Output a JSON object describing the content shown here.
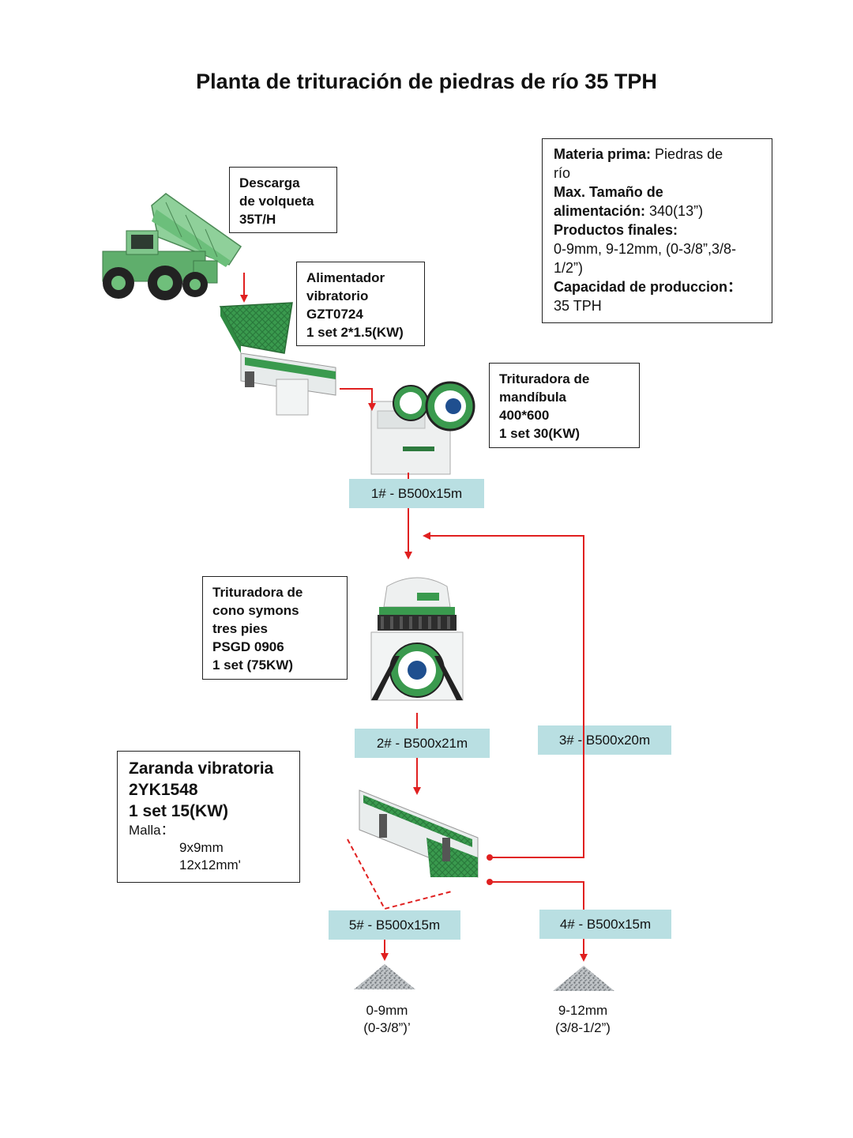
{
  "title": "Planta de trituración de piedras de río 35 TPH",
  "info": {
    "raw_label": "Materia prima:",
    "raw_value": " Piedras de",
    "raw_value2": "río",
    "size_label": "Max. Tamaño de",
    "size_label2": "alimentación:",
    "size_value": " 340(13”)",
    "products_label": "Productos finales:",
    "products_value": "0-9mm, 9-12mm, (0-3/8”,3/8-",
    "products_value2": "1/2”)",
    "capacity_label": "Capacidad de produccion：",
    "capacity_value": "35 TPH"
  },
  "truck_box": {
    "lines": [
      "Descarga",
      "de volqueta",
      "35T/H"
    ]
  },
  "feeder_box": {
    "lines": [
      "Alimentador",
      "vibratorio",
      "GZT0724",
      "1 set 2*1.5(KW)"
    ]
  },
  "jaw_box": {
    "lines": [
      "Trituradora de",
      "mandíbula",
      "400*600",
      "1 set 30(KW)"
    ]
  },
  "cone_box": {
    "lines": [
      "Trituradora de",
      "cono symons",
      "tres pies",
      "PSGD 0906",
      "1 set  (75KW)"
    ]
  },
  "screen_box": {
    "lines": [
      "Zaranda vibratoria",
      "2YK1548",
      "1 set  15(KW)"
    ],
    "mesh_label": "Malla：",
    "mesh": [
      "9x9mm",
      "12x12mm'"
    ]
  },
  "conveyors": {
    "c1": "1# - B500x15m",
    "c2": "2# - B500x21m",
    "c3": "3# - B500x20m",
    "c4": "4# - B500x15m",
    "c5": "5# - B500x15m"
  },
  "products": {
    "p1": [
      "0-9mm",
      "(0-3/8”)’"
    ],
    "p2": [
      "9-12mm",
      "(3/8-1/2”)"
    ]
  },
  "colors": {
    "flow_arrow": "#e02020",
    "conveyor_tag": "#b9dfe2",
    "machine_green": "#3a9a4e",
    "machine_white": "#eef0f0"
  }
}
